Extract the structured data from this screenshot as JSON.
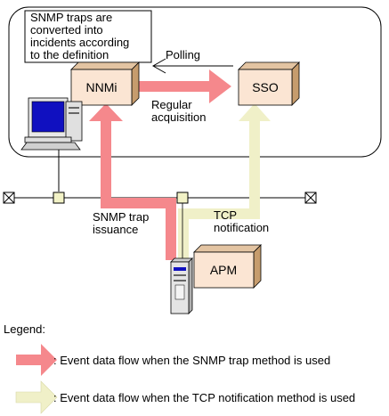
{
  "callout_lines": [
    "SNMP traps are",
    "converted into",
    "incidents according",
    "to the definition"
  ],
  "boxes": {
    "nnmi": "NNMi",
    "sso": "SSO",
    "apm": "APM"
  },
  "flows": {
    "polling": "Polling",
    "regular_acquisition": [
      "Regular",
      "acquisition"
    ],
    "snmp_trap_issuance": [
      "SNMP trap",
      "issuance"
    ],
    "tcp_notification": [
      "TCP",
      "notification"
    ]
  },
  "legend": {
    "title": "Legend:",
    "snmp": ": Event data flow when the SNMP trap method is used",
    "tcp": ": Event data flow when the TCP notification method is used"
  },
  "colors": {
    "snmp_flow": "#f5888c",
    "tcp_flow": "#f0f0c8",
    "box_fill": "#fbe5d3",
    "box_side": "#c69c6d",
    "network_node": "#f2f2c6"
  }
}
